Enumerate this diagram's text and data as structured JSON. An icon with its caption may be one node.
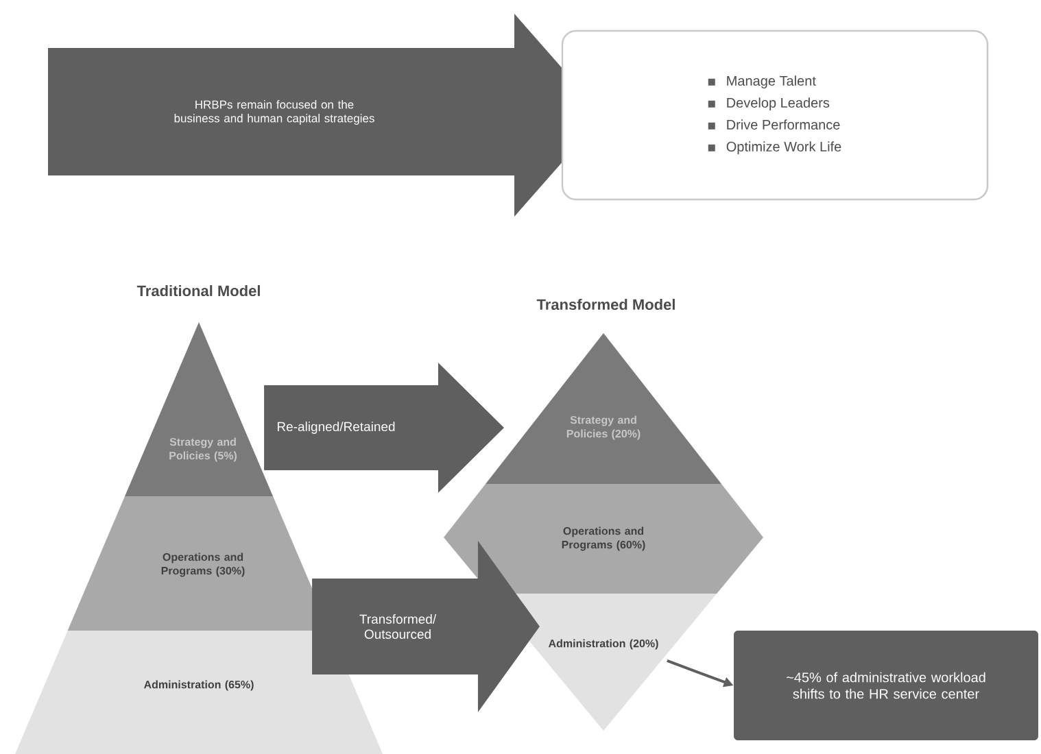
{
  "diagram": {
    "nodes": [
      {
        "text": [
          "HRBPs remain focused on the business and human capital strategies"
        ]
      },
      {
        "text": [
          "Manage Talent",
          "Develop Leaders",
          "Drive Performance",
          "Optimize Work Life"
        ]
      },
      {
        "text": [
          "Strategy and Policies (5%)"
        ]
      },
      {
        "text": [
          "Operations and Programs (30%)"
        ]
      },
      {
        "text": [
          "Administration (65%)"
        ]
      },
      {
        "text": [
          "Strategy and Policies (20%)"
        ]
      },
      {
        "text": [
          "Operations and Programs (60%)"
        ]
      },
      {
        "text": [
          "Administration (20%)"
        ]
      },
      {
        "text": [
          "~45% of administrative workload shifts to the HR service center"
        ]
      }
    ],
    "edges": [
      {
        "from": 2,
        "to": 5,
        "arrow": "to",
        "label": "Re-aligned/Retained",
        "style": "thick"
      },
      {
        "from": 4,
        "to": 7,
        "arrow": "to",
        "label": "Transformed/ Outsourced",
        "style": "thick"
      },
      {
        "from": 7,
        "to": 8,
        "arrow": "to"
      }
    ],
    "labels": [
      "Traditional Model",
      "Transformed Model"
    ]
  }
}
